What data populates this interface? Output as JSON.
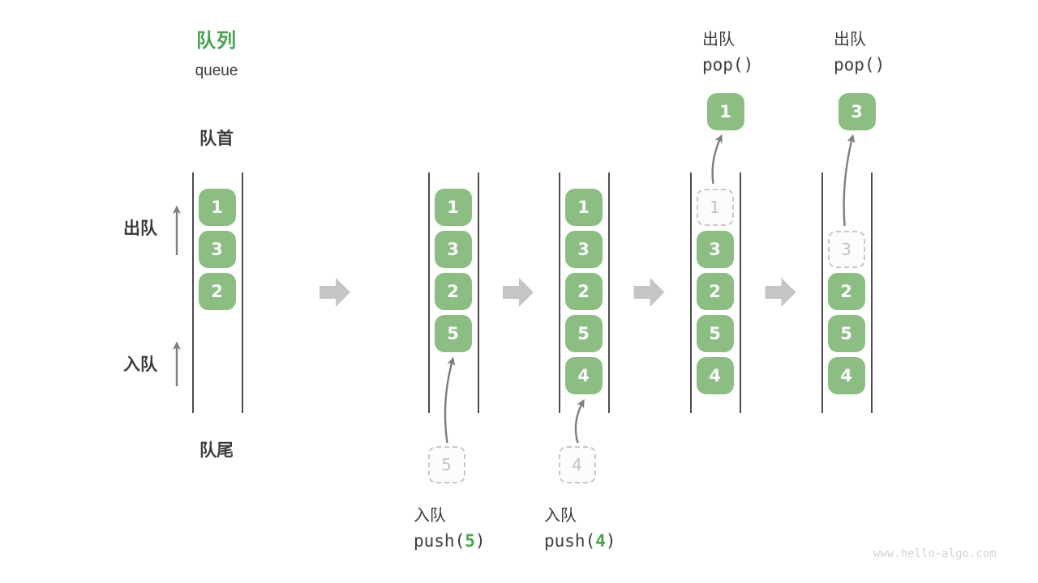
{
  "header": {
    "title_zh": "队列",
    "title_en": "queue"
  },
  "labels": {
    "front": "队首",
    "rear": "队尾",
    "dequeue_side": "出队",
    "enqueue_side": "入队"
  },
  "watermark": "www.hello-algo.com",
  "colors": {
    "box_green": "#8CBE84",
    "accent_green": "#47A34E",
    "text_dark": "#3C3C3C",
    "cell_text": "#FAFAFA",
    "block_arrow_gray": "#C5C5C5",
    "thin_arrow_gray": "#7E7E7E",
    "line_gray": "#4D4D4D",
    "ghost_border": "#C9C9C9",
    "ghost_text": "#C2C2C2",
    "ghost_fill": "#FCFCFC",
    "watermark_gray": "#D4D4D4"
  },
  "columns": [
    {
      "name": "state-initial",
      "cells": [
        {
          "slot": 0,
          "value": "1",
          "style": "solid"
        },
        {
          "slot": 1,
          "value": "3",
          "style": "solid"
        },
        {
          "slot": 2,
          "value": "2",
          "style": "solid"
        }
      ]
    },
    {
      "name": "state-after-push-5",
      "cells": [
        {
          "slot": 0,
          "value": "1",
          "style": "solid"
        },
        {
          "slot": 1,
          "value": "3",
          "style": "solid"
        },
        {
          "slot": 2,
          "value": "2",
          "style": "solid"
        },
        {
          "slot": 3,
          "value": "5",
          "style": "solid"
        }
      ],
      "pending": {
        "value": "5"
      },
      "operation": {
        "label": "入队",
        "code_before": "push(",
        "arg": "5",
        "code_after": ")"
      }
    },
    {
      "name": "state-after-push-4",
      "cells": [
        {
          "slot": 0,
          "value": "1",
          "style": "solid"
        },
        {
          "slot": 1,
          "value": "3",
          "style": "solid"
        },
        {
          "slot": 2,
          "value": "2",
          "style": "solid"
        },
        {
          "slot": 3,
          "value": "5",
          "style": "solid"
        },
        {
          "slot": 4,
          "value": "4",
          "style": "solid"
        }
      ],
      "pending": {
        "value": "4"
      },
      "operation": {
        "label": "入队",
        "code_before": "push(",
        "arg": "4",
        "code_after": ")"
      }
    },
    {
      "name": "state-after-pop-1",
      "cells": [
        {
          "slot": 0,
          "value": "1",
          "style": "ghost"
        },
        {
          "slot": 1,
          "value": "3",
          "style": "solid"
        },
        {
          "slot": 2,
          "value": "2",
          "style": "solid"
        },
        {
          "slot": 3,
          "value": "5",
          "style": "solid"
        },
        {
          "slot": 4,
          "value": "4",
          "style": "solid"
        }
      ],
      "popped": {
        "value": "1"
      },
      "operation_top": {
        "label": "出队",
        "code": "pop()"
      }
    },
    {
      "name": "state-after-pop-3",
      "cells": [
        {
          "slot": 1,
          "value": "3",
          "style": "ghost"
        },
        {
          "slot": 2,
          "value": "2",
          "style": "solid"
        },
        {
          "slot": 3,
          "value": "5",
          "style": "solid"
        },
        {
          "slot": 4,
          "value": "4",
          "style": "solid"
        }
      ],
      "popped": {
        "value": "3"
      },
      "operation_top": {
        "label": "出队",
        "code": "pop()"
      }
    }
  ]
}
